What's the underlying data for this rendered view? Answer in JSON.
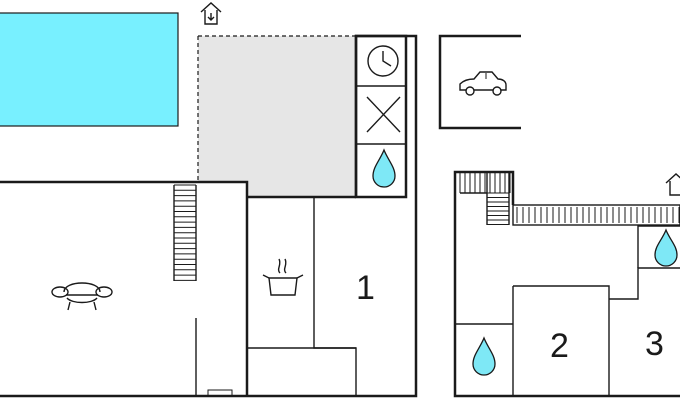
{
  "colors": {
    "pool": "#78f0ff",
    "terrace": "#e6e6e6",
    "water": "#7ee8f6",
    "wall": "#1a1a1a",
    "background": "#ffffff"
  },
  "icons": [
    "entrance-house-icon",
    "clock-icon",
    "x-mark-icon",
    "water-drop-icon",
    "car-icon",
    "sofa-icon",
    "cooking-pot-icon"
  ],
  "rooms": {
    "bedroom_1": "1",
    "bedroom_2": "2",
    "bedroom_3": "3"
  }
}
